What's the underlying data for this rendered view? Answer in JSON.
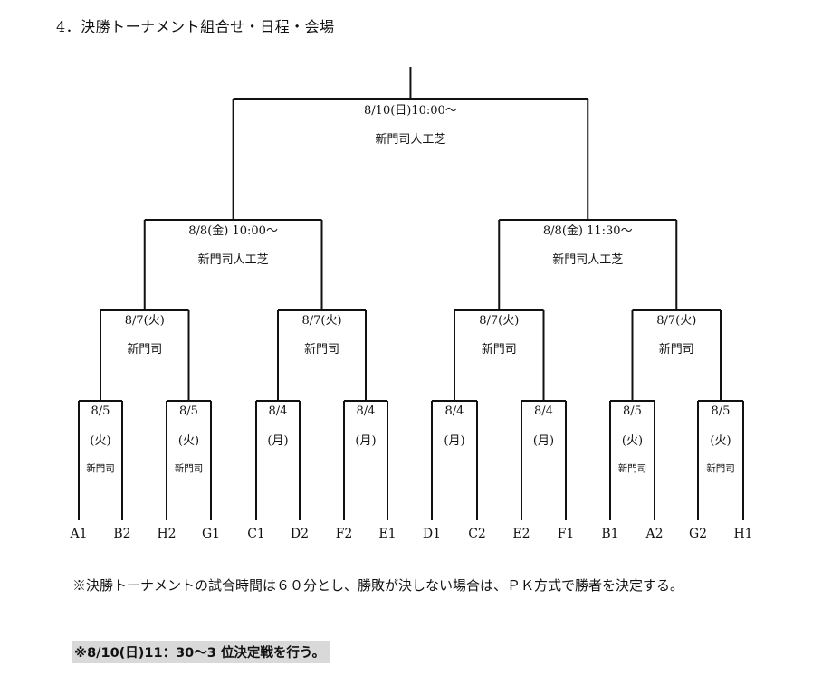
{
  "heading": "4．決勝トーナメント組合せ・日程・会場",
  "final": {
    "date": "8/10(日)10:00～",
    "venue": "新門司人工芝"
  },
  "semis": [
    {
      "date": "8/8(金) 10:00～",
      "venue": "新門司人工芝"
    },
    {
      "date": "8/8(金) 11:30～",
      "venue": "新門司人工芝"
    }
  ],
  "quarters": [
    {
      "date": "8/7(火)",
      "venue": "新門司"
    },
    {
      "date": "8/7(火)",
      "venue": "新門司"
    },
    {
      "date": "8/7(火)",
      "venue": "新門司"
    },
    {
      "date": "8/7(火)",
      "venue": "新門司"
    }
  ],
  "round16": [
    {
      "date": "8/5",
      "day": "(火)",
      "venue": "新門司"
    },
    {
      "date": "8/5",
      "day": "(火)",
      "venue": "新門司"
    },
    {
      "date": "8/4",
      "day": "(月)",
      "venue": ""
    },
    {
      "date": "8/4",
      "day": "(月)",
      "venue": ""
    },
    {
      "date": "8/4",
      "day": "(月)",
      "venue": ""
    },
    {
      "date": "8/4",
      "day": "(月)",
      "venue": ""
    },
    {
      "date": "8/5",
      "day": "(火)",
      "venue": "新門司"
    },
    {
      "date": "8/5",
      "day": "(火)",
      "venue": "新門司"
    }
  ],
  "teams": [
    "A1",
    "B2",
    "H2",
    "G1",
    "C1",
    "D2",
    "F2",
    "E1",
    "D1",
    "C2",
    "E2",
    "F1",
    "B1",
    "A2",
    "G2",
    "H1"
  ],
  "note": "※決勝トーナメントの試合時間は６０分とし、勝敗が決しない場合は、ＰＫ方式で勝者を決定する。",
  "third_place": "※8/10(日)11：30～3 位決定戦を行う。"
}
